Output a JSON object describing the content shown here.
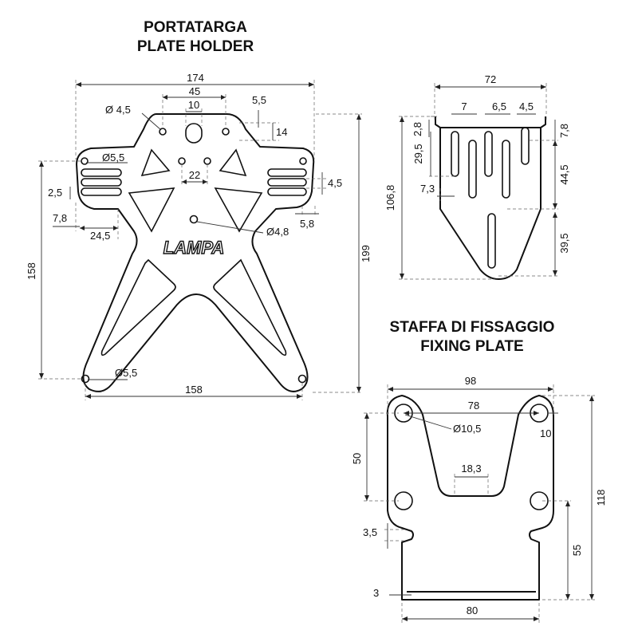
{
  "plate_holder": {
    "title_it": "PORTATARGA",
    "title_en": "PLATE HOLDER",
    "logo": "LAMPA",
    "dims": {
      "width_174": "174",
      "d45": "45",
      "d10": "10",
      "d5_5_top": "5,5",
      "hole_4_5": "Ø 4,5",
      "d14": "14",
      "hole_5_5_top": "Ø5,5",
      "d22": "22",
      "d2_5": "2,5",
      "d4_5_right": "4,5",
      "d7_8": "7,8",
      "d24_5": "24,5",
      "d5_8": "5,8",
      "hole_4_8": "Ø4,8",
      "height_158": "158",
      "height_199": "199",
      "hole_5_5_bottom": "Ø5,5",
      "bottom_158": "158"
    }
  },
  "side_view": {
    "dims": {
      "w72": "72",
      "d7": "7",
      "d6_5": "6,5",
      "d4_5": "4,5",
      "d2_8": "2,8",
      "d7_8": "7,8",
      "d29_5": "29,5",
      "d106_8": "106,8",
      "d44_5": "44,5",
      "d7_3": "7,3",
      "d39_5": "39,5"
    }
  },
  "fixing_plate": {
    "title_it": "STAFFA DI FISSAGGIO",
    "title_en": "FIXING PLATE",
    "dims": {
      "w98": "98",
      "w78": "78",
      "hole_10_5": "Ø10,5",
      "d10": "10",
      "d50": "50",
      "d18_3": "18,3",
      "h118": "118",
      "d3_5": "3,5",
      "d55": "55",
      "d3": "3",
      "w80": "80"
    }
  }
}
